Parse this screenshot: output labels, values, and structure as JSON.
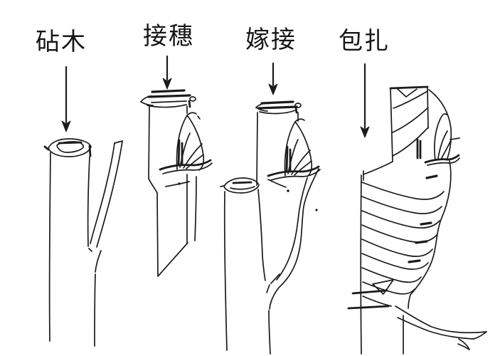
{
  "diagram": {
    "background": "#ffffff",
    "ink": "#1b1b1b",
    "arrow_icon": "arrow-down-icon",
    "steps": [
      {
        "id": "rootstock",
        "label": "砧木"
      },
      {
        "id": "scion",
        "label": "接穗"
      },
      {
        "id": "grafting",
        "label": "嫁接"
      },
      {
        "id": "binding",
        "label": "包扎"
      }
    ]
  }
}
